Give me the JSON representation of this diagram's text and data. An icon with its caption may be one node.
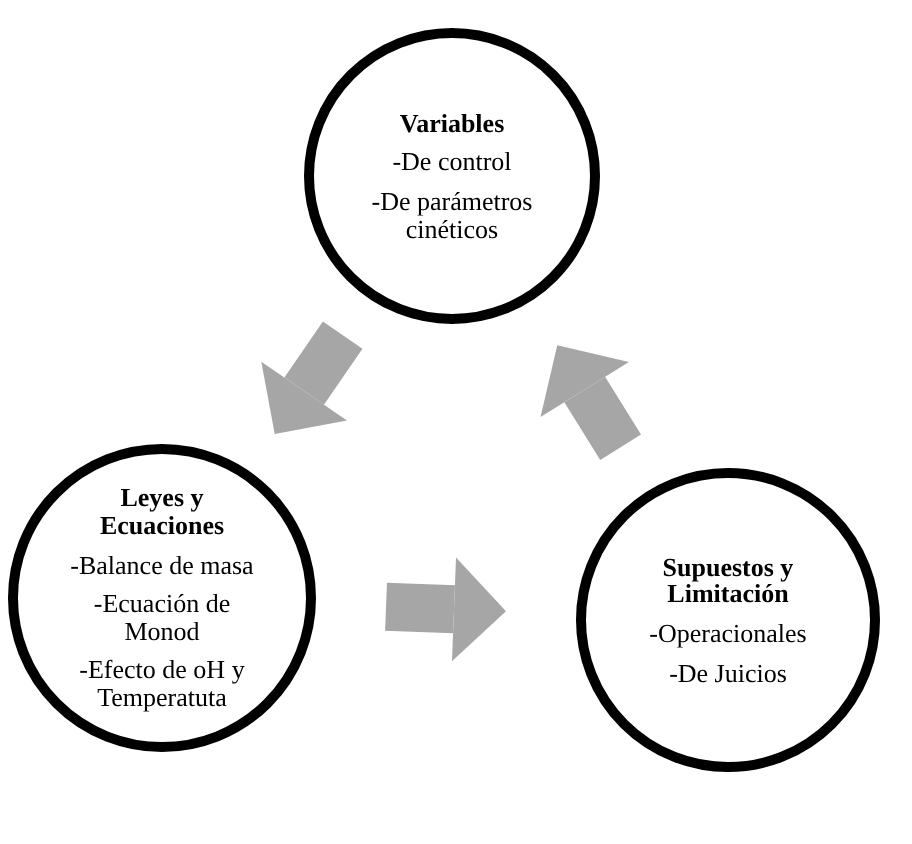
{
  "diagram": {
    "nodes": [
      {
        "text": [
          "Variables",
          "-De control",
          "-De parámetros cinéticos"
        ]
      },
      {
        "text": [
          "Leyes y Ecuaciones",
          "-Balance de masa",
          "-Ecuación de Monod",
          "-Efecto de oH y Temperatuta"
        ]
      },
      {
        "text": [
          "Supuestos y Limitación",
          "-Operacionales",
          "-De Juicios"
        ]
      }
    ],
    "edges": [
      {
        "from": 0,
        "to": 1,
        "arrow": "to"
      },
      {
        "from": 1,
        "to": 2,
        "arrow": "to"
      },
      {
        "from": 2,
        "to": 0,
        "arrow": "to"
      }
    ]
  }
}
